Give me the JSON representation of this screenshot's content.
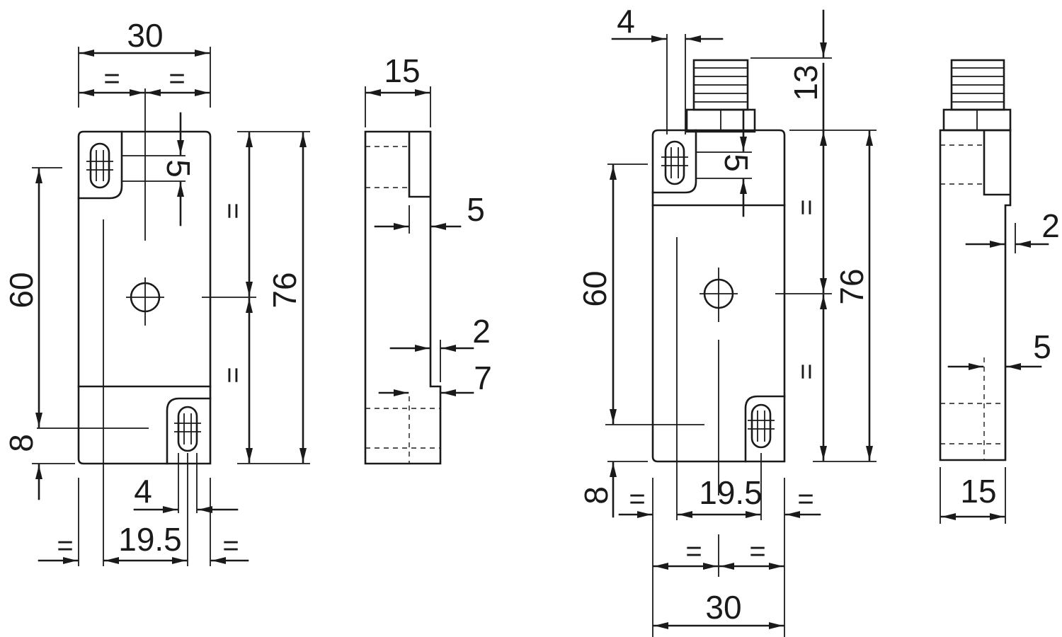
{
  "colors": {
    "line": "#1a1a1a",
    "background": "#ffffff"
  },
  "views": {
    "left_front": {
      "width": "30",
      "half_left": "=",
      "half_right": "=",
      "slot_offset": "5",
      "upper_half": "=",
      "lower_half": "=",
      "height_outer": "76",
      "height_holes": "60",
      "bottom_offset": "8",
      "slot_width": "4",
      "hole_spacing": "19.5",
      "edge_left": "=",
      "edge_right": "="
    },
    "left_side": {
      "thickness": "15",
      "step_top": "5",
      "step_mid": "2",
      "step_bottom": "7"
    },
    "right_front": {
      "connector_width": "4",
      "connector_height": "13",
      "slot_offset": "5",
      "upper_half": "=",
      "lower_half": "=",
      "height_outer": "76",
      "height_holes": "60",
      "bottom_offset": "8",
      "hole_spacing": "19.5",
      "edge_left": "=",
      "edge_right": "=",
      "half_left": "=",
      "half_right": "=",
      "width": "30"
    },
    "right_side": {
      "step_top": "2",
      "step_bottom": "5",
      "thickness": "15"
    }
  }
}
